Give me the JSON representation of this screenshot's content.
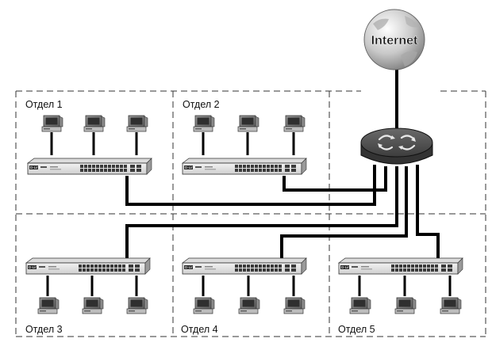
{
  "internet": {
    "label": "Internet"
  },
  "departments": [
    {
      "label": "Отдел 1",
      "brand": "D-Link"
    },
    {
      "label": "Отдел 2",
      "brand": "D-Link"
    },
    {
      "label": "Отдел 3",
      "brand": "D-Link"
    },
    {
      "label": "Отдел 4",
      "brand": "D-Link"
    },
    {
      "label": "Отдел 5",
      "brand": "D-Link"
    }
  ],
  "router": {
    "icon": "router-icon"
  },
  "colors": {
    "line": "#000000",
    "dash": "#333333",
    "globe": "#c8c8c8",
    "router": "#4a4a4a"
  }
}
